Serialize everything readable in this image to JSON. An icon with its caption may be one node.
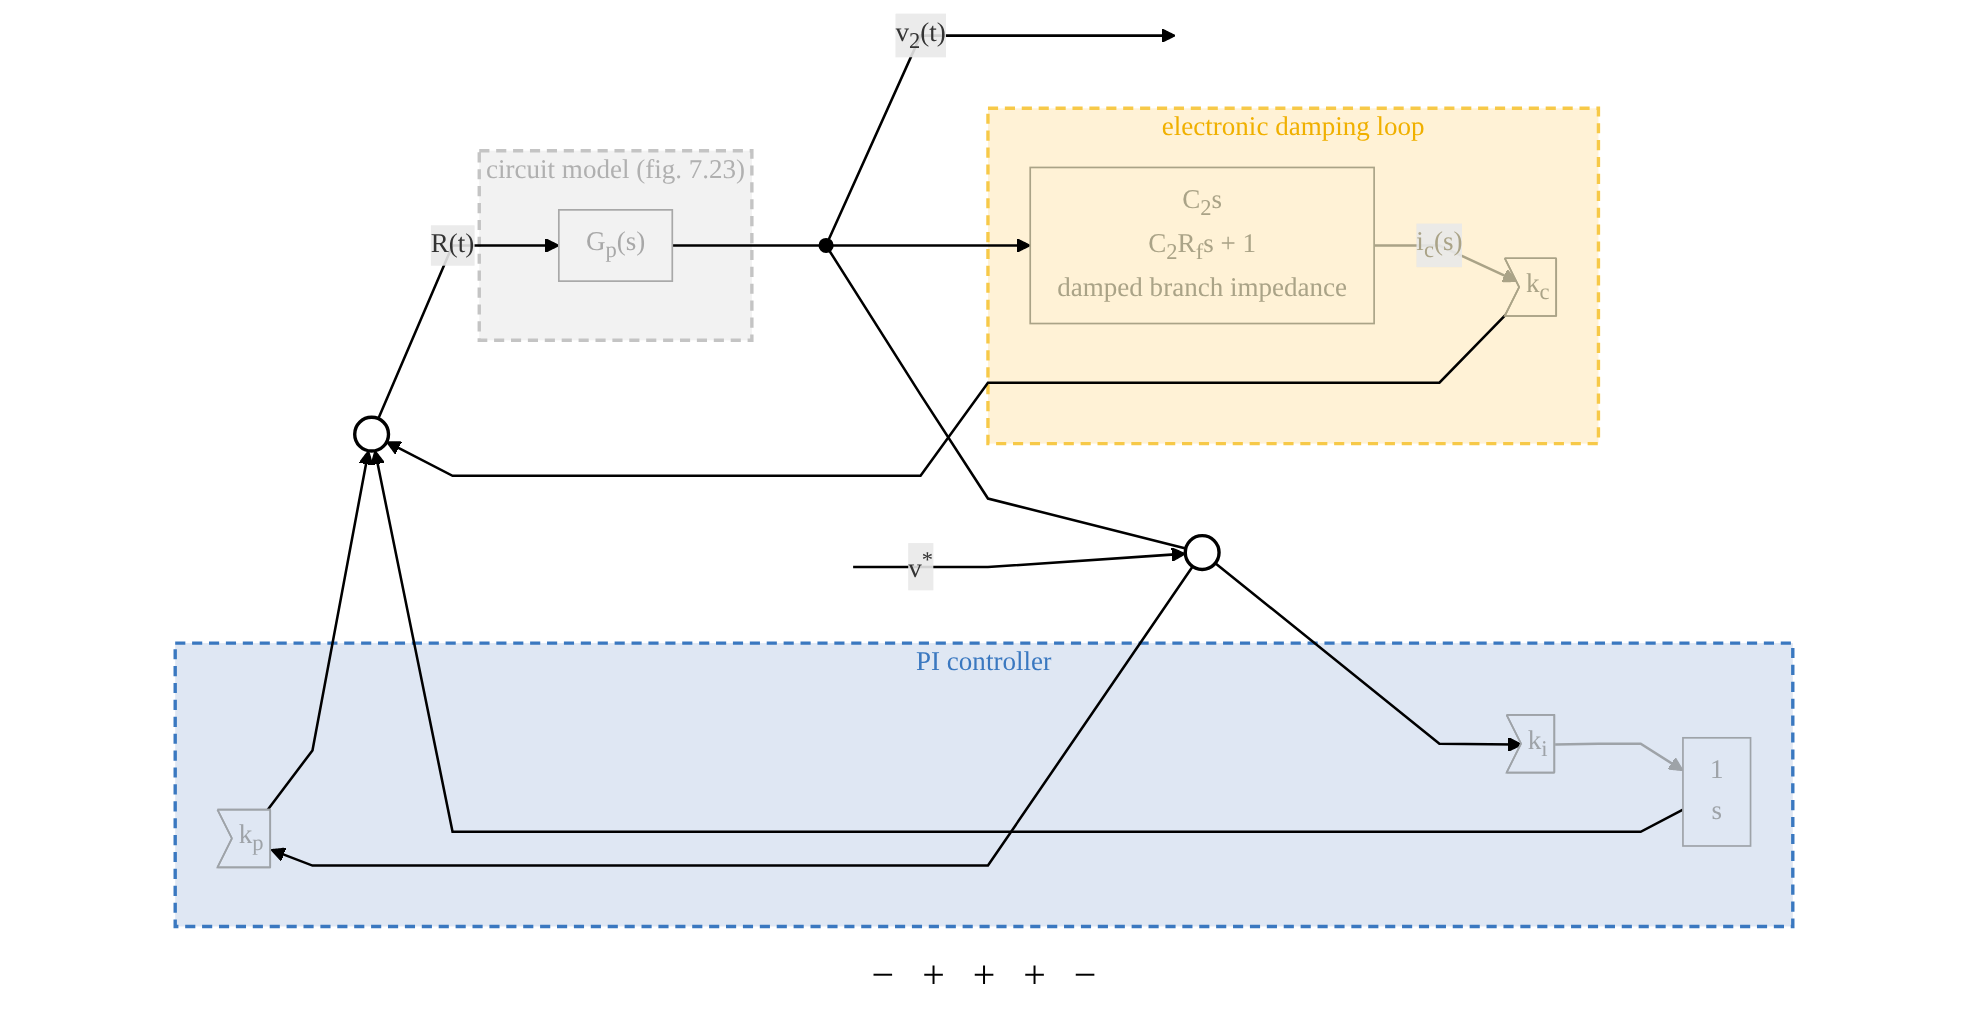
{
  "diagram": {
    "nodes": [
      {
        "text": [
          "PI controller"
        ]
      },
      {
        "text": [
          "k$_{p}$"
        ],
        "in": 0
      },
      {
        "text": [
          "k$_{i}$"
        ],
        "in": 0
      },
      {
        "text": [
          "1",
          "s"
        ],
        "in": 0
      },
      {
        "text": [],
        "shape": "circle"
      },
      {
        "text": [],
        "shape": "circle"
      },
      {
        "text": [
          "circuit model (fig. 7.23)"
        ]
      },
      {
        "text": [
          "G$_{p}$(s)"
        ],
        "in": 6
      },
      {
        "text": [
          "electronic damping loop"
        ]
      },
      {
        "text": [
          "k$_{c}$"
        ],
        "in": 8
      },
      {
        "text": [
          "C$_{2}$s",
          "C$_{2}$R$_{f}$s + 1",
          "damped branch impedance"
        ],
        "in": 8
      },
      {
        "text": [],
        "shape": "circle"
      }
    ],
    "edges": [
      {
        "from": null,
        "to": 4,
        "arrow": "to",
        "label": "v$^{*}$"
      },
      {
        "from": 4,
        "to": 1,
        "arrow": "to"
      },
      {
        "from": 4,
        "to": 2,
        "arrow": "to"
      },
      {
        "from": 2,
        "to": 3,
        "arrow": "to",
        "color": "#9ea3a8"
      },
      {
        "from": 3,
        "to": 5,
        "arrow": "to"
      },
      {
        "from": 1,
        "to": 5,
        "arrow": "to"
      },
      {
        "from": 5,
        "to": 7,
        "arrow": "to",
        "label": "R(t)"
      },
      {
        "from": 7,
        "to": 11,
        "arrow": "none"
      },
      {
        "from": 11,
        "to": null,
        "arrow": "to",
        "label": "v$_{2}$(t)"
      },
      {
        "from": 11,
        "to": 10,
        "arrow": "to"
      },
      {
        "from": 10,
        "to": 9,
        "arrow": "to",
        "label": "i$_{c}$(s)",
        "color": "#aaa387"
      },
      {
        "from": 9,
        "to": 5,
        "arrow": "to"
      },
      {
        "from": 11,
        "to": 4,
        "arrow": "none"
      }
    ],
    "labels": [
      "−",
      "+",
      "+",
      "+",
      "−"
    ]
  }
}
